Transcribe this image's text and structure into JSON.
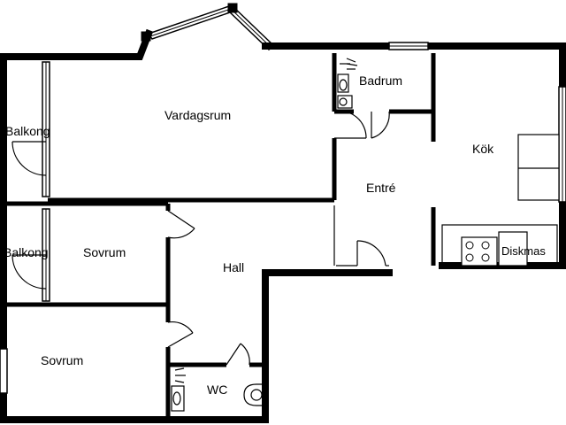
{
  "rooms": {
    "vardagsrum": "Vardagsrum",
    "balkong_upper": "Balkong",
    "badrum": "Badrum",
    "kok": "Kök",
    "entre": "Entré",
    "balkong_lower": "Balkong",
    "sovrum_upper": "Sovrum",
    "hall": "Hall",
    "diskmaskin": "Diskmas",
    "sovrum_lower": "Sovrum",
    "wc": "WC"
  },
  "colors": {
    "wall": "#000000",
    "line": "#000000",
    "background": "#ffffff"
  }
}
